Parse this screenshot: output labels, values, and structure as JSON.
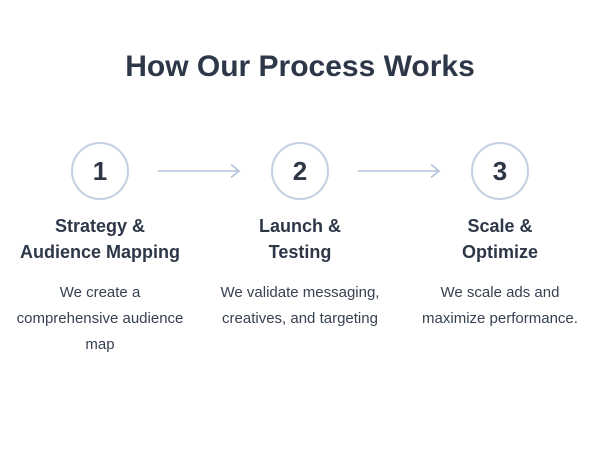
{
  "page": {
    "title": "How Our Process Works"
  },
  "colors": {
    "background": "#ffffff",
    "heading": "#2d3748",
    "body_text": "#374151",
    "circle_border": "#c3cfe2",
    "arrow": "#b4c3de"
  },
  "steps": [
    {
      "number": "1",
      "title": "Strategy & Audience Mapping",
      "title_lines": [
        "Strategy &",
        "Audience Mapping"
      ],
      "description": "We create a comprehensive audience map",
      "description_lines": [
        "We create a",
        "comprehensive audience",
        "map"
      ]
    },
    {
      "number": "2",
      "title": "Launch & Testing",
      "title_lines": [
        "Launch &",
        "Testing"
      ],
      "description": "We validate messaging, creatives, and targeting",
      "description_lines": [
        "We validate messaging,",
        "creatives, and targeting"
      ]
    },
    {
      "number": "3",
      "title": "Scale & Optimize",
      "title_lines": [
        "Scale &",
        "Optimize"
      ],
      "description": "We scale ads and maximize performance.",
      "description_lines": [
        "We scale ads and",
        "maximize performance."
      ]
    }
  ]
}
